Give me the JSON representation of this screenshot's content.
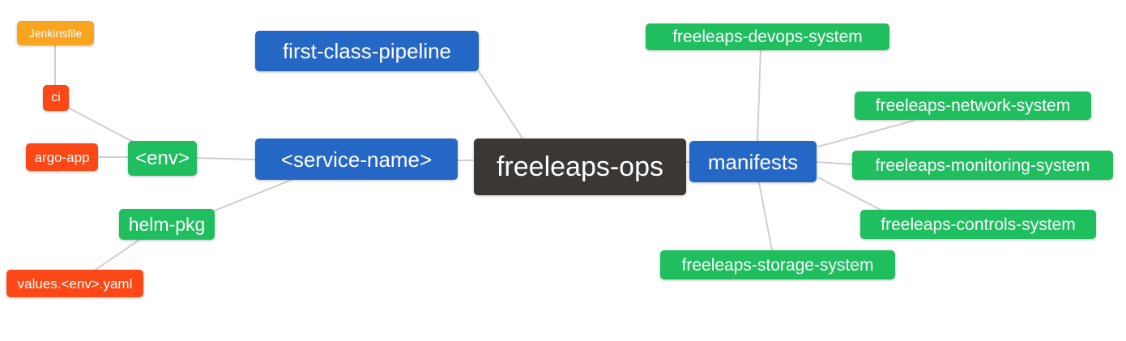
{
  "diagram": {
    "type": "mindmap",
    "background": "#ffffff",
    "palette": {
      "root_node": "#3b3735",
      "branch_node": "#2467c4",
      "leaf_green": "#1fbe5f",
      "leaf_red": "#fb4816",
      "leaf_amber": "#f9a51f",
      "edge_line": "#cfcfcf",
      "node_text": "#ffffff"
    },
    "nodes": {
      "root": {
        "label": "freeleaps-ops"
      },
      "first_class_pipeline": {
        "label": "first-class-pipeline"
      },
      "service_name": {
        "label": "<service-name>"
      },
      "env": {
        "label": "<env>"
      },
      "ci": {
        "label": "ci"
      },
      "jenkinsfile": {
        "label": "Jenkinsfile"
      },
      "argo_app": {
        "label": "argo-app"
      },
      "helm_pkg": {
        "label": "helm-pkg"
      },
      "values_yaml": {
        "label": "values.<env>.yaml"
      },
      "manifests": {
        "label": "manifests"
      },
      "devops_system": {
        "label": "freeleaps-devops-system"
      },
      "network_system": {
        "label": "freeleaps-network-system"
      },
      "monitoring_system": {
        "label": "freeleaps-monitoring-system"
      },
      "controls_system": {
        "label": "freeleaps-controls-system"
      },
      "storage_system": {
        "label": "freeleaps-storage-system"
      }
    },
    "edges": [
      {
        "from": "jenkinsfile",
        "to": "ci"
      },
      {
        "from": "ci",
        "to": "env"
      },
      {
        "from": "argo_app",
        "to": "env"
      },
      {
        "from": "env",
        "to": "service_name"
      },
      {
        "from": "helm_pkg",
        "to": "service_name"
      },
      {
        "from": "values_yaml",
        "to": "helm_pkg"
      },
      {
        "from": "first_class_pipeline",
        "to": "root"
      },
      {
        "from": "service_name",
        "to": "root"
      },
      {
        "from": "root",
        "to": "manifests"
      },
      {
        "from": "manifests",
        "to": "devops_system"
      },
      {
        "from": "manifests",
        "to": "network_system"
      },
      {
        "from": "manifests",
        "to": "monitoring_system"
      },
      {
        "from": "manifests",
        "to": "controls_system"
      },
      {
        "from": "manifests",
        "to": "storage_system"
      }
    ]
  }
}
